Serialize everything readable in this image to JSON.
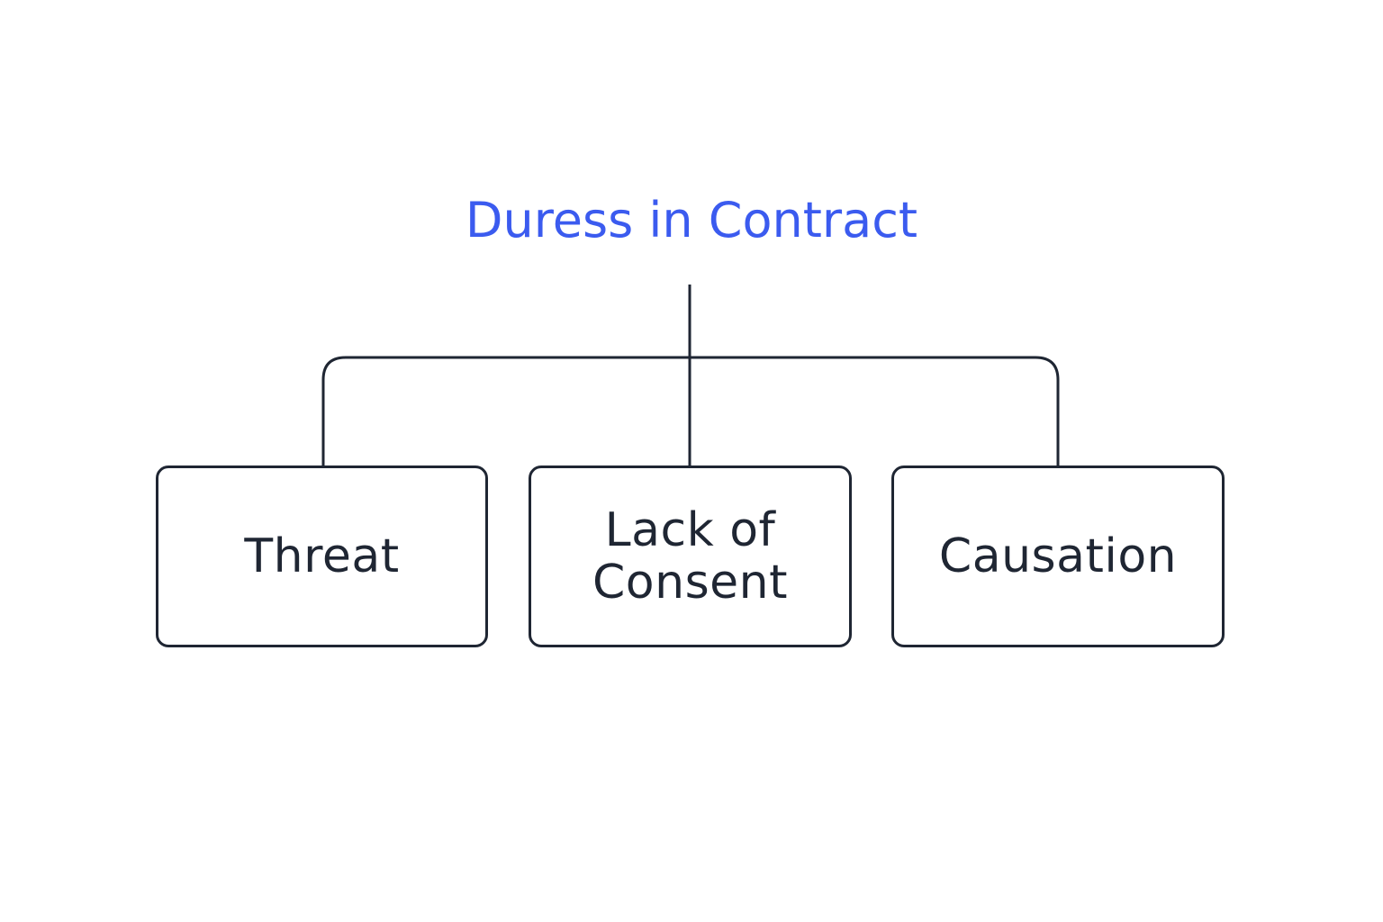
{
  "diagram": {
    "title": "Duress in Contract",
    "nodes": [
      {
        "label": "Threat"
      },
      {
        "label": "Lack of Consent"
      },
      {
        "label": "Causation"
      }
    ]
  },
  "colors": {
    "title": "#3b5bef",
    "text": "#1f2633",
    "stroke": "#1f2633",
    "background": "#ffffff"
  }
}
